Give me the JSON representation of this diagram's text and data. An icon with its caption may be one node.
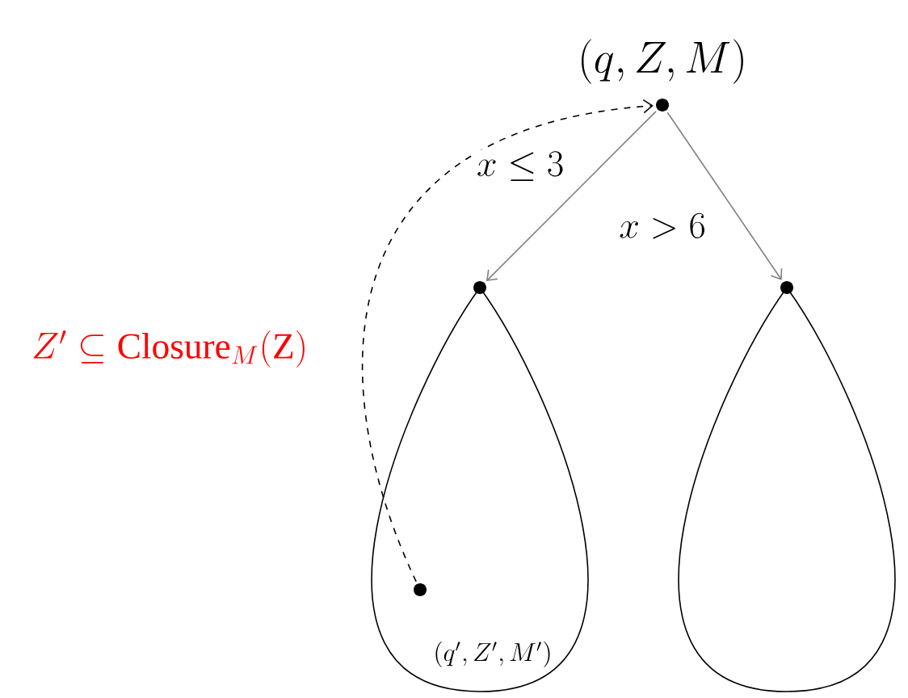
{
  "diagram": {
    "nodes": [
      {
        "text": [
          "(q, Z, M)"
        ]
      },
      {
        "text": [],
        "shape": "circle"
      },
      {
        "text": [],
        "shape": "circle"
      },
      {
        "text": [
          "(q', Z', M')"
        ]
      }
    ],
    "edges": [
      {
        "from": 0,
        "to": 1,
        "arrow": "to",
        "label": "x \\leq 3"
      },
      {
        "from": 0,
        "to": 2,
        "arrow": "to",
        "label": "x > 6"
      },
      {
        "from": 3,
        "to": 0,
        "arrow": "to",
        "label": "Z' \\subseteq \\mathrm{Closure}_M(\\mathrm{Z})",
        "style": "dashed",
        "color": "#000000"
      }
    ]
  }
}
